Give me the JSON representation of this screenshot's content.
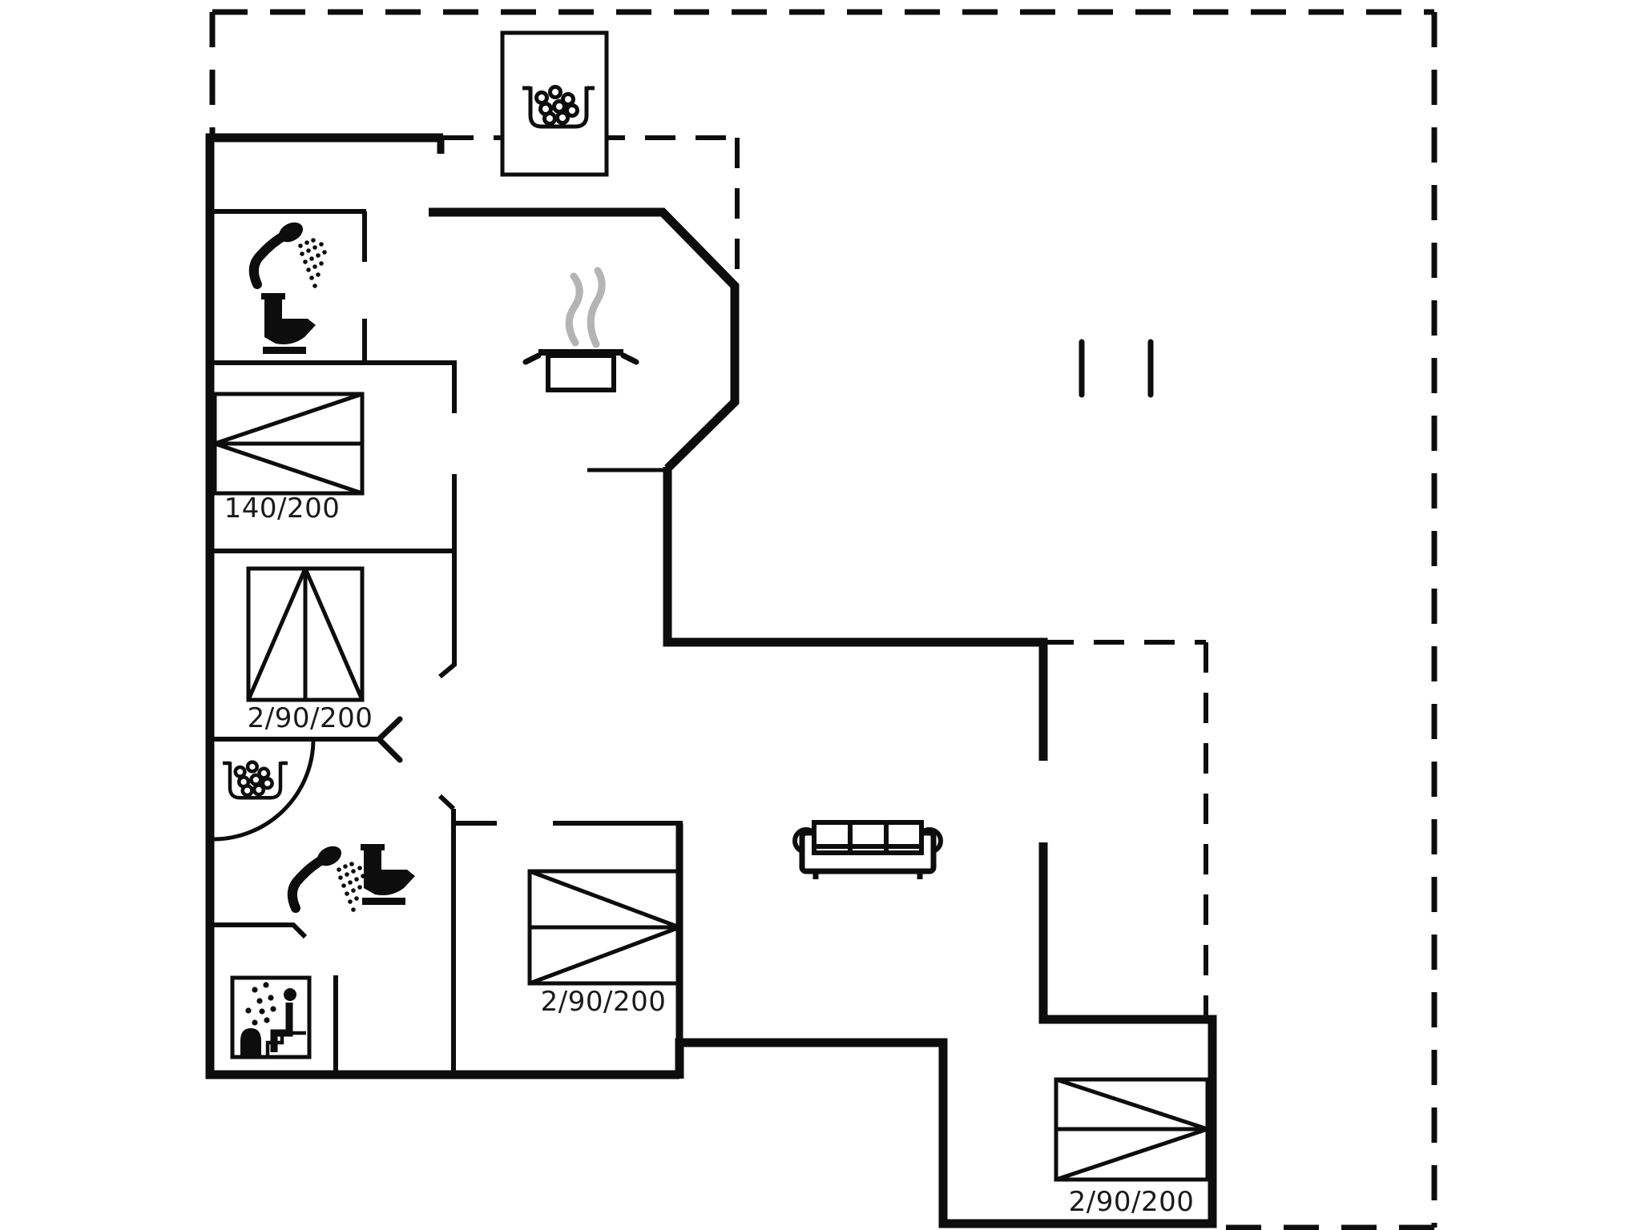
{
  "document": {
    "type": "holiday-house floor plan",
    "background_color": "#ffffff",
    "line_color": "#0d0d0d",
    "steam_color": "#b4b4b4",
    "label_color": "#1a1a1a"
  },
  "beds": [
    {
      "label": "140/200"
    },
    {
      "label": "2/90/200"
    },
    {
      "label": "2/90/200"
    },
    {
      "label": "2/90/200"
    }
  ],
  "icons": [
    {
      "name": "hot-tub-icon"
    },
    {
      "name": "whirlpool-icon"
    },
    {
      "name": "shower-icon"
    },
    {
      "name": "toilet-icon"
    },
    {
      "name": "cooking-pot-icon"
    },
    {
      "name": "sauna-icon"
    },
    {
      "name": "sofa-symbol"
    },
    {
      "name": "door-swing-arc"
    },
    {
      "name": "door-opening-chevron"
    }
  ]
}
